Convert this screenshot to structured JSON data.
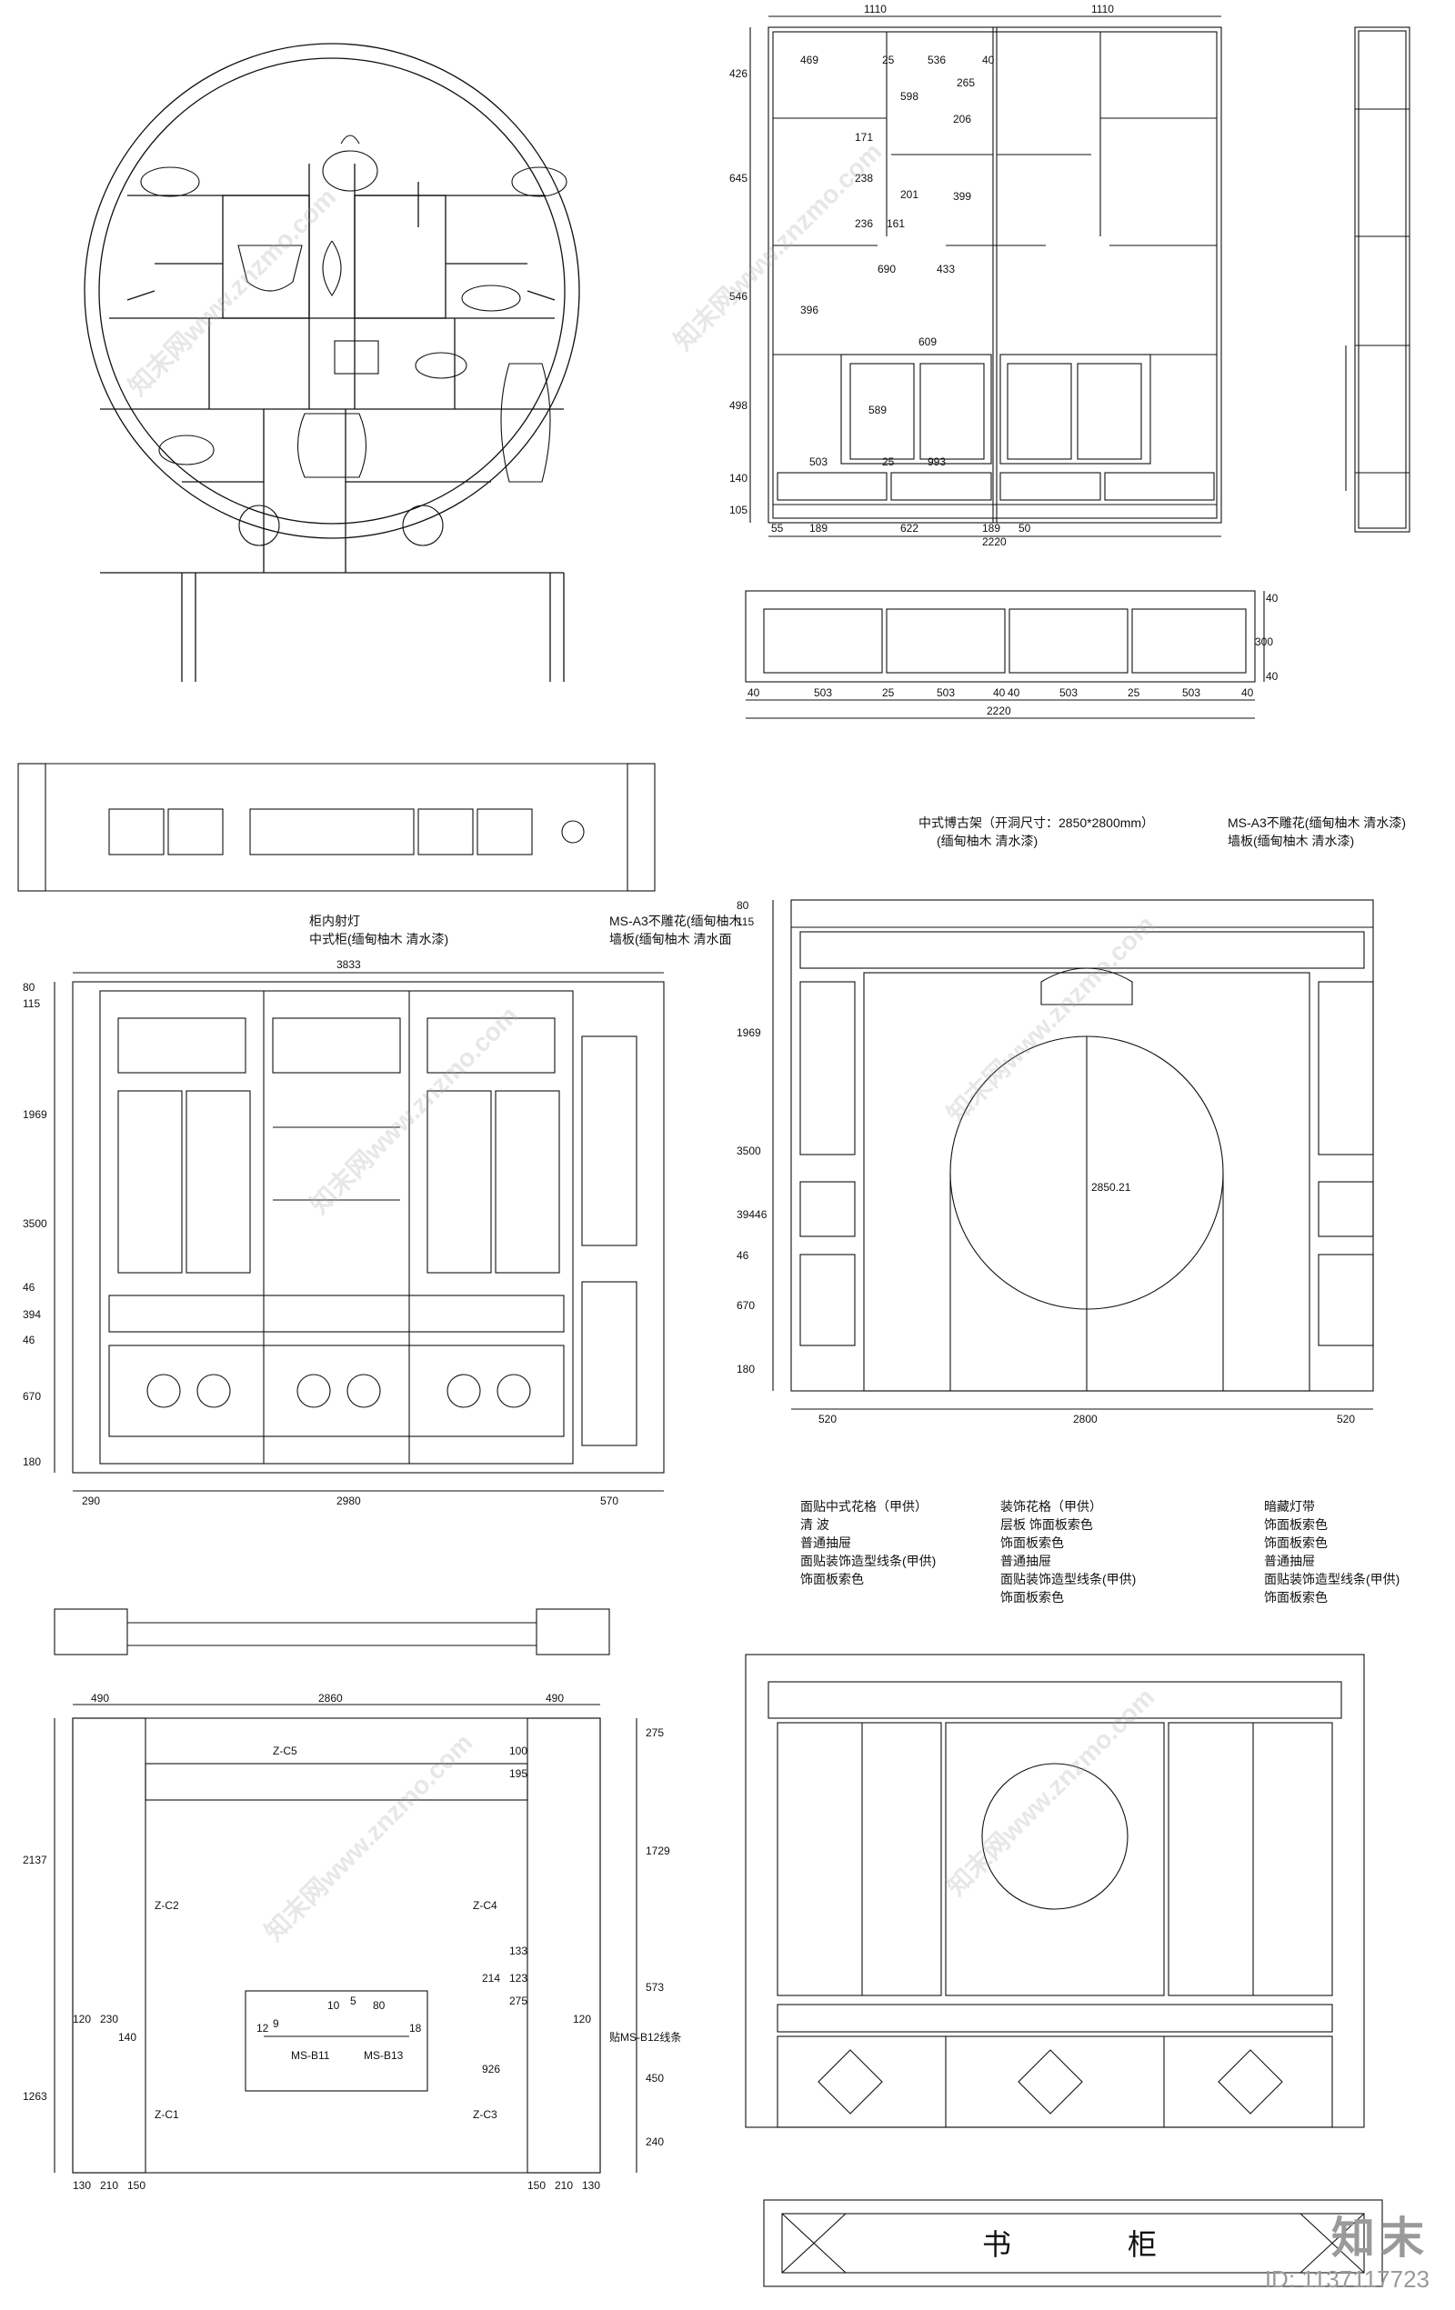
{
  "panels": {
    "circle_shelf": {},
    "front_elevation": {
      "top_dims": [
        "1110",
        "1110"
      ],
      "bottom_dims": [
        "55",
        "189",
        "622",
        "189",
        "50",
        "2220"
      ],
      "left_dims": [
        "426",
        "645",
        "546",
        "498",
        "140",
        "105"
      ],
      "inner_dims": [
        "469",
        "25",
        "536",
        "40",
        "265",
        "598",
        "206",
        "171",
        "238",
        "201",
        "399",
        "236",
        "161",
        "690",
        "433",
        "396",
        "609",
        "589",
        "503",
        "25",
        "993"
      ]
    },
    "side_elevation": {},
    "plan_section": {
      "bottom_dims": [
        "40",
        "503",
        "25",
        "503",
        "40",
        "40",
        "503",
        "25",
        "503",
        "40"
      ],
      "total": "2220",
      "right_dims": [
        "40",
        "300",
        "40"
      ]
    },
    "wall_plan_top": {},
    "cabinet_elevation": {
      "notes": [
        "柜内射灯",
        "中式柜(缅甸柚木 清水漆)",
        "MS-A3不雕花(缅甸柚木",
        "墙板(缅甸柚木 清水面"
      ],
      "top_dim": "3833",
      "left_dims": [
        "80",
        "115",
        "1969",
        "3500",
        "46",
        "394",
        "46",
        "670",
        "180"
      ],
      "bottom_dims": [
        "290",
        "2980",
        "570"
      ]
    },
    "moon_gate": {
      "notes": [
        "中式博古架（开洞尺寸：2850*2800mm）",
        "(缅甸柚木 清水漆)",
        "MS-A3不雕花(缅甸柚木 清水漆)",
        "墙板(缅甸柚木 清水漆)"
      ],
      "left_dims": [
        "80",
        "115",
        "1969",
        "3500",
        "39446",
        "46",
        "670",
        "180"
      ],
      "center_dim": "2850.21",
      "bottom_dims": [
        "520",
        "2800",
        "520"
      ]
    },
    "wall_plan_bottom": {},
    "frame_elevation": {
      "top_dims": [
        "490",
        "2860",
        "490"
      ],
      "labels": [
        "Z-C5",
        "Z-C2",
        "Z-C4",
        "Z-C1",
        "Z-C3"
      ],
      "left_dims": [
        "2137",
        "1263"
      ],
      "right_dims": [
        "275",
        "1729",
        "573",
        "450",
        "240"
      ],
      "inner_dims": [
        "100",
        "195",
        "133",
        "214",
        "123",
        "926",
        "275",
        "120",
        "230",
        "140",
        "120"
      ],
      "bottom_left": [
        "130",
        "210",
        "150"
      ],
      "bottom_right": [
        "150",
        "210",
        "130"
      ],
      "detail": {
        "dims": [
          "10",
          "5",
          "80",
          "12",
          "9",
          "18"
        ],
        "labels": [
          "MS-B11",
          "MS-B13"
        ]
      },
      "note": "贴MS-B12线条"
    },
    "bookcase_elevation": {
      "notes_left": [
        "面贴中式花格（甲供）",
        "清  波",
        "普通抽屉",
        "面贴装饰造型线条(甲供)",
        "饰面板索色"
      ],
      "notes_center": [
        "装饰花格（甲供）",
        "层板 饰面板索色",
        "饰面板索色",
        "普通抽屉",
        "面贴装饰造型线条(甲供)",
        "饰面板索色"
      ],
      "notes_right": [
        "暗藏灯带",
        "饰面板索色",
        "饰面板索色",
        "普通抽屉",
        "面贴装饰造型线条(甲供)",
        "饰面板索色"
      ]
    },
    "bookcase_plan": {
      "chars": [
        "书",
        "柜"
      ]
    }
  },
  "watermark": "知末网www.znzmo.com",
  "brand": {
    "logo": "知末",
    "id": "ID: 1137117723"
  }
}
